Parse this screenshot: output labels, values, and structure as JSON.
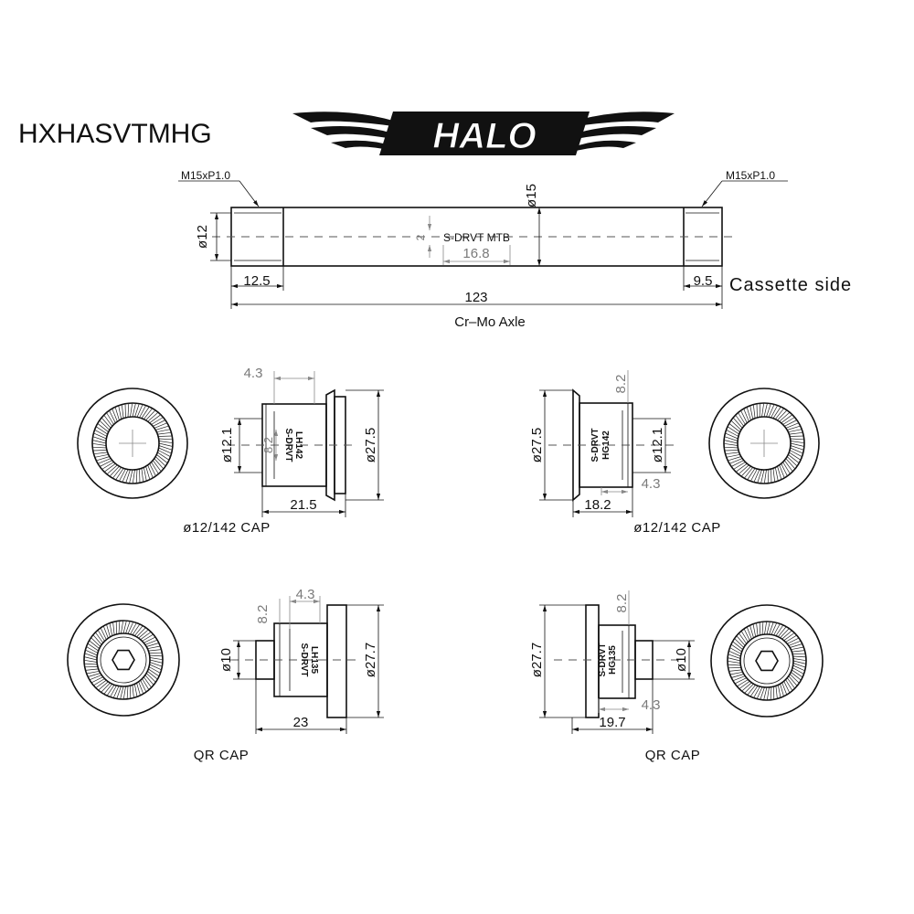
{
  "drawing": {
    "part_number": "HXHASVTMHG",
    "brand": "HALO",
    "axle": {
      "thread_left": "M15xP1.0",
      "thread_right": "M15xP1.0",
      "dia_shaft": "ø15",
      "dia_end": "ø12",
      "engraving": "S-DRVT MTB",
      "engraving_height": "2",
      "engraving_length": "16.8",
      "left_end_length": "12.5",
      "right_end_length": "9.5",
      "total_length": "123",
      "side_note": "Cassette side",
      "caption": "Cr–Mo Axle"
    },
    "cap_142_left": {
      "dim_top": "4.3",
      "dia_bore": "ø12.1",
      "height_mark": "8.2",
      "dia_flange": "ø27.5",
      "length": "21.5",
      "label_line1": "S-DRVT",
      "label_line2": "LH142",
      "caption": "ø12/142 CAP"
    },
    "cap_142_right": {
      "height_mark": "8.2",
      "dia_flange": "ø27.5",
      "dia_bore": "ø12.1",
      "dim_bottom": "4.3",
      "length": "18.2",
      "label_line1": "S-DRVT",
      "label_line2": "HG142",
      "caption": "ø12/142 CAP"
    },
    "cap_qr_left": {
      "height_mark": "8.2",
      "dim_top": "4.3",
      "dia_bore": "ø10",
      "dia_flange": "ø27.7",
      "length": "23",
      "label_line1": "S-DRVT",
      "label_line2": "LH135",
      "caption": "QR  CAP"
    },
    "cap_qr_right": {
      "height_mark": "8.2",
      "dia_flange": "ø27.7",
      "dia_bore": "ø10",
      "dim_bottom": "4.3",
      "length": "19.7",
      "label_line1": "S-DRVT",
      "label_line2": "HG135",
      "caption": "QR  CAP"
    }
  }
}
